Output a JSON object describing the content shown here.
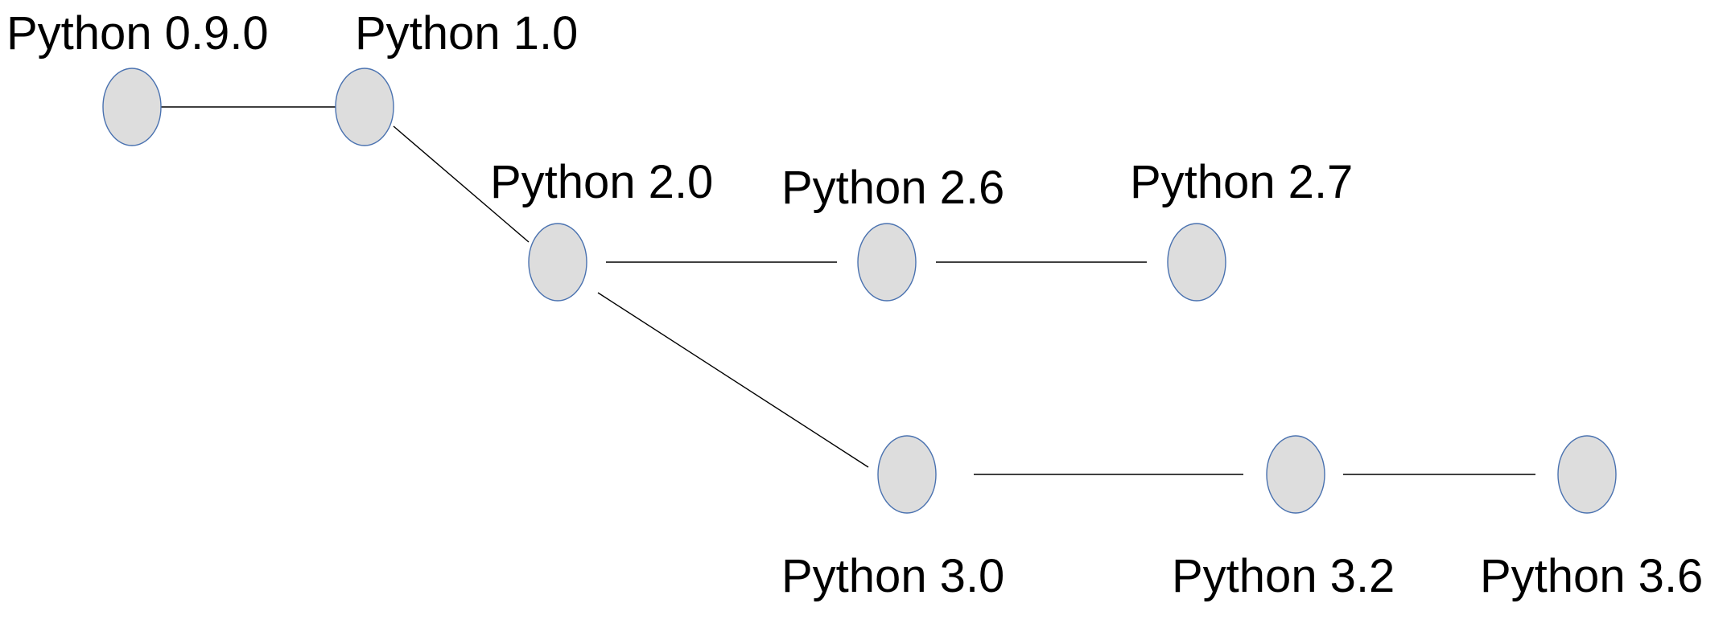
{
  "diagram": {
    "colors": {
      "node_fill": "#dddddd",
      "node_stroke": "#4a72b0",
      "edge": "#000000",
      "text": "#000000"
    },
    "nodes": [
      {
        "id": "py090",
        "label": "Python 0.9.0"
      },
      {
        "id": "py10",
        "label": "Python 1.0"
      },
      {
        "id": "py20",
        "label": "Python 2.0"
      },
      {
        "id": "py26",
        "label": "Python 2.6"
      },
      {
        "id": "py27",
        "label": "Python 2.7"
      },
      {
        "id": "py30",
        "label": "Python 3.0"
      },
      {
        "id": "py32",
        "label": "Python 3.2"
      },
      {
        "id": "py36",
        "label": "Python 3.6"
      }
    ],
    "edges": [
      {
        "from": "py090",
        "to": "py10"
      },
      {
        "from": "py10",
        "to": "py20"
      },
      {
        "from": "py20",
        "to": "py26"
      },
      {
        "from": "py26",
        "to": "py27"
      },
      {
        "from": "py20",
        "to": "py30"
      },
      {
        "from": "py30",
        "to": "py32"
      },
      {
        "from": "py32",
        "to": "py36"
      }
    ]
  }
}
